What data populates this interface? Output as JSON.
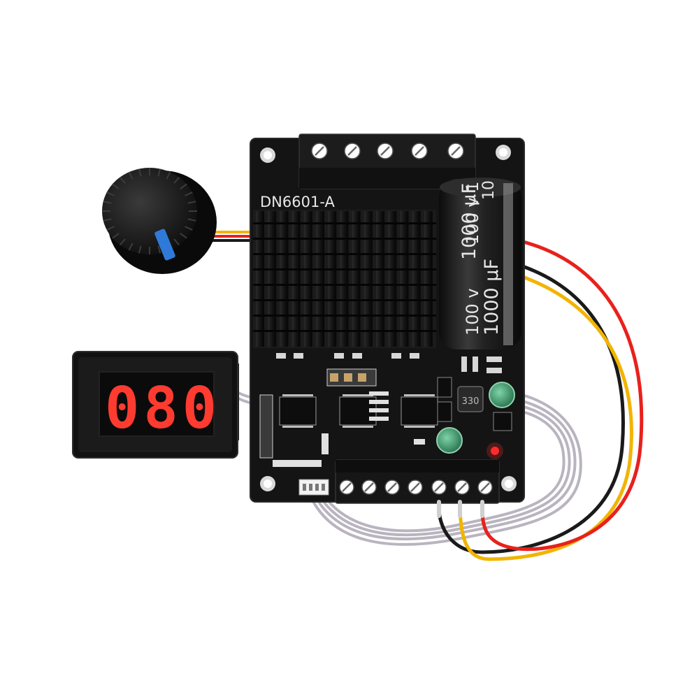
{
  "board": {
    "model_label": "DN6601-A"
  },
  "capacitor": {
    "label_line1": "1000 µF",
    "label_line2": "100  v",
    "label_line3": "1000 µF",
    "label_line4": "100  v  1",
    "label_top": "10"
  },
  "voltmeter": {
    "reading": "080",
    "digit_color": "#ff3b30"
  },
  "inductor": {
    "marking": "330"
  },
  "colors": {
    "pcb": "#141414",
    "heatsink": "#1b1b1b",
    "wire_red": "#e8211c",
    "wire_yellow": "#f2b400",
    "wire_black": "#1a1a1a",
    "wire_grey": "#b9b4bf",
    "knob_indicator": "#2f7ad9"
  }
}
